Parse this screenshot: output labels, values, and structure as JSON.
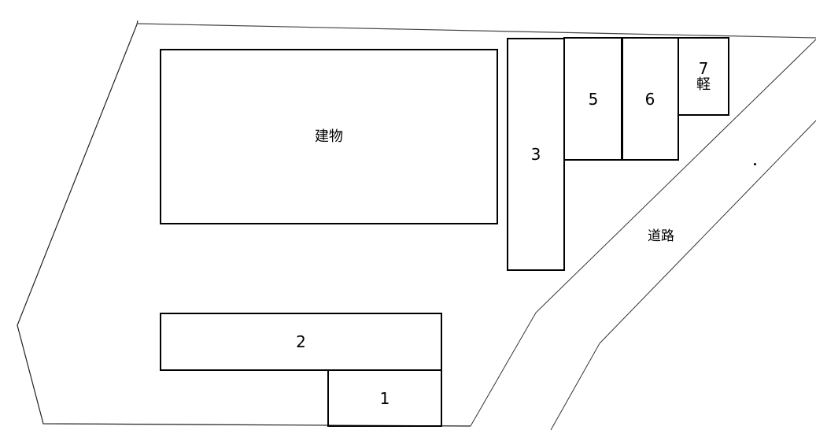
{
  "diagram": {
    "type": "parking-lot-site-plan",
    "building": {
      "label": "建物"
    },
    "road": {
      "label": "道路"
    },
    "spaces": [
      {
        "id": "1",
        "label": "1"
      },
      {
        "id": "2",
        "label": "2"
      },
      {
        "id": "3",
        "label": "3"
      },
      {
        "id": "5",
        "label": "5"
      },
      {
        "id": "6",
        "label": "6"
      },
      {
        "id": "7",
        "label": "7",
        "note": "軽"
      }
    ]
  },
  "colors": {
    "line": "#000000",
    "background": "#ffffff"
  }
}
